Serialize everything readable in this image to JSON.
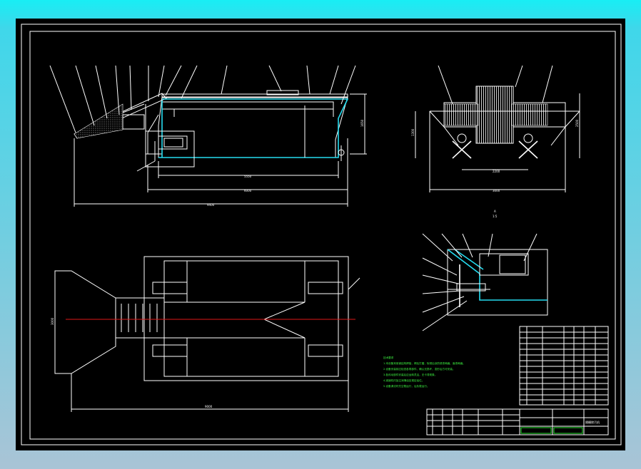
{
  "drawing": {
    "dimensions": {
      "side_total": "9400",
      "side_body": "6000",
      "side_inner": "5550",
      "side_height": "1650",
      "end_height": "1300",
      "end_width": "3000",
      "end_inner": "2200",
      "end_depth": "2500",
      "plan_width": "3000",
      "plan_length": "9000"
    },
    "section_label": "A",
    "section_scale": "1:5",
    "notes_title": "技术要求",
    "notes": [
      "1.本设备采用钢结构焊接，焊后打磨，除锈后涂防锈漆两遍，面漆两遍。",
      "2.设备安装前应检查各零部件，确认无损坏、变形后方可安装。",
      "3.各传动部件安装后应运转灵活，无卡滞现象。",
      "4.减速机内加注润滑油至规定油位。",
      "5.设备调试时先空载运行，后负载运行。"
    ],
    "title_block": {
      "title": "隔栅除污机"
    }
  }
}
